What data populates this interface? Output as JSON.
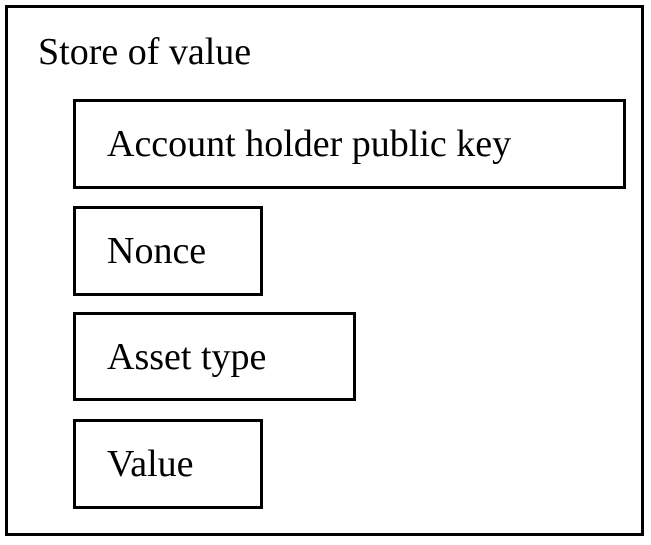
{
  "diagram": {
    "container": {
      "title": "Store of value"
    },
    "fields": [
      {
        "label": "Account holder public key"
      },
      {
        "label": "Nonce"
      },
      {
        "label": "Asset type"
      },
      {
        "label": "Value"
      }
    ]
  }
}
